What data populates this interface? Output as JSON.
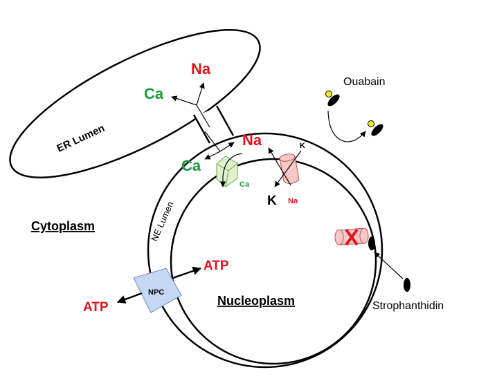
{
  "labels": {
    "er_lumen": "ER Lumen",
    "ne_lumen": "NE Lumen",
    "cytoplasm": "Cytoplasm",
    "nucleoplasm": "Nucleoplasm",
    "npc": "NPC",
    "atp_inner": "ATP",
    "atp_outer": "ATP",
    "na_top": "Na",
    "ca_top": "Ca",
    "na_mid": "Na",
    "ca_left": "Ca",
    "ca_small": "Ca",
    "k_pump_top": "K",
    "k_pump_bottom": "K",
    "na_small": "Na",
    "ouabain": "Ouabain",
    "strophanthidin": "Strophanthidin"
  },
  "colors": {
    "na": "#e0141e",
    "ca": "#1a9a3c",
    "atp": "#e0141e",
    "npc_fill": "#c5d7f2",
    "ca_channel_fill": "#e1f0cf",
    "k_pump_fill": "#f6c8c8",
    "blocked_pump_fill": "#f6c8c8",
    "blocker_x": "#e0141e",
    "ouabain_dot": "#f2ee1a"
  },
  "icons": {
    "na_k_pump": "cylinder-pump-icon",
    "ca_channel": "cube-channel-icon",
    "blocked_pump": "blocked-pump-icon",
    "npc": "nuclear-pore-complex-icon"
  }
}
